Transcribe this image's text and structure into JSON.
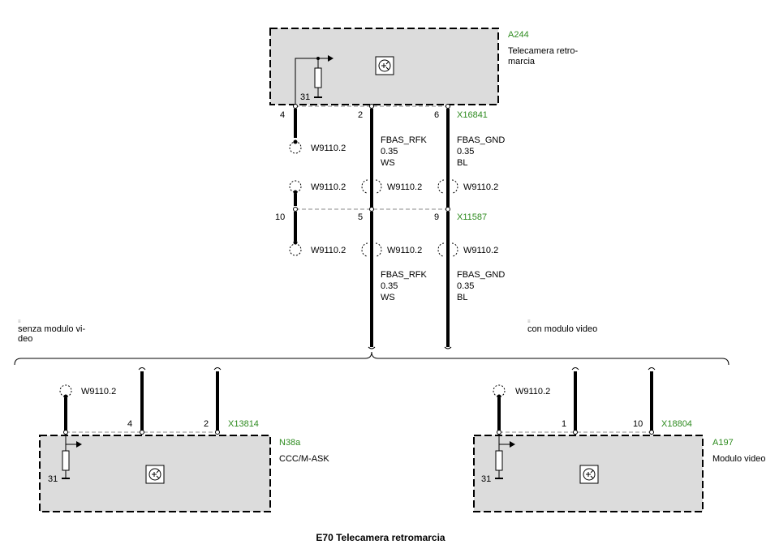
{
  "title": "E70 Telecamera retromarcia",
  "top_component": {
    "id": "A244",
    "name_line1": "Telecamera retro-",
    "name_line2": "marcia",
    "ground": "31",
    "connector": "X16841",
    "pins": [
      "4",
      "2",
      "6"
    ]
  },
  "connector_mid": {
    "id": "X11587",
    "pins": [
      "10",
      "5",
      "9"
    ]
  },
  "shield_label": "W9110.2",
  "wires_upper": [
    {
      "name": "FBAS_RFK",
      "size": "0.35",
      "color": "WS"
    },
    {
      "name": "FBAS_GND",
      "size": "0.35",
      "color": "BL"
    }
  ],
  "wires_lower": [
    {
      "name": "FBAS_RFK",
      "size": "0.35",
      "color": "WS"
    },
    {
      "name": "FBAS_GND",
      "size": "0.35",
      "color": "BL"
    }
  ],
  "variant_left_line1": "senza modulo vi-",
  "variant_left_line2": "deo",
  "variant_right": "con modulo video",
  "left_component": {
    "id": "N38a",
    "name": "CCC/M-ASK",
    "ground": "31",
    "connector": "X13814",
    "pins": [
      "4",
      "2"
    ]
  },
  "right_component": {
    "id": "A197",
    "name": "Modulo video",
    "ground": "31",
    "connector": "X18804",
    "pins": [
      "1",
      "10"
    ]
  }
}
